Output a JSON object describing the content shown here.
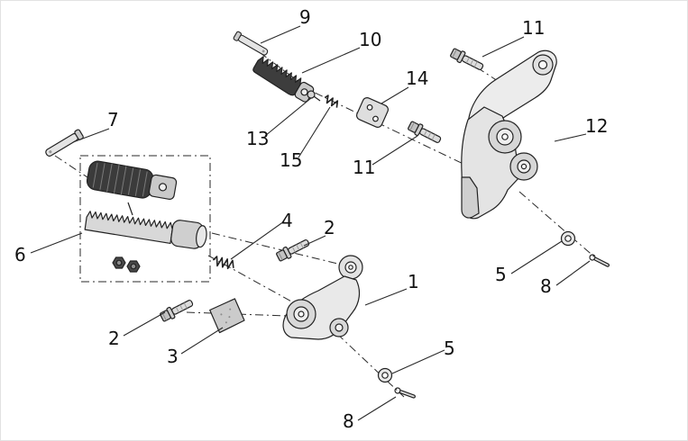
{
  "diagram": {
    "type": "exploded-parts-diagram",
    "colors": {
      "background": "#ffffff",
      "line": "#222222",
      "part_light": "#e9e9e9",
      "part_mid": "#cfcfcf",
      "part_dark": "#3b3b3b"
    }
  },
  "callouts": [
    {
      "label": "9"
    },
    {
      "label": "10"
    },
    {
      "label": "11"
    },
    {
      "label": "14"
    },
    {
      "label": "12"
    },
    {
      "label": "13"
    },
    {
      "label": "7"
    },
    {
      "label": "15"
    },
    {
      "label": "11"
    },
    {
      "label": "6"
    },
    {
      "label": "4"
    },
    {
      "label": "2"
    },
    {
      "label": "1"
    },
    {
      "label": "5"
    },
    {
      "label": "8"
    },
    {
      "label": "2"
    },
    {
      "label": "3"
    },
    {
      "label": "5"
    },
    {
      "label": "8"
    }
  ]
}
